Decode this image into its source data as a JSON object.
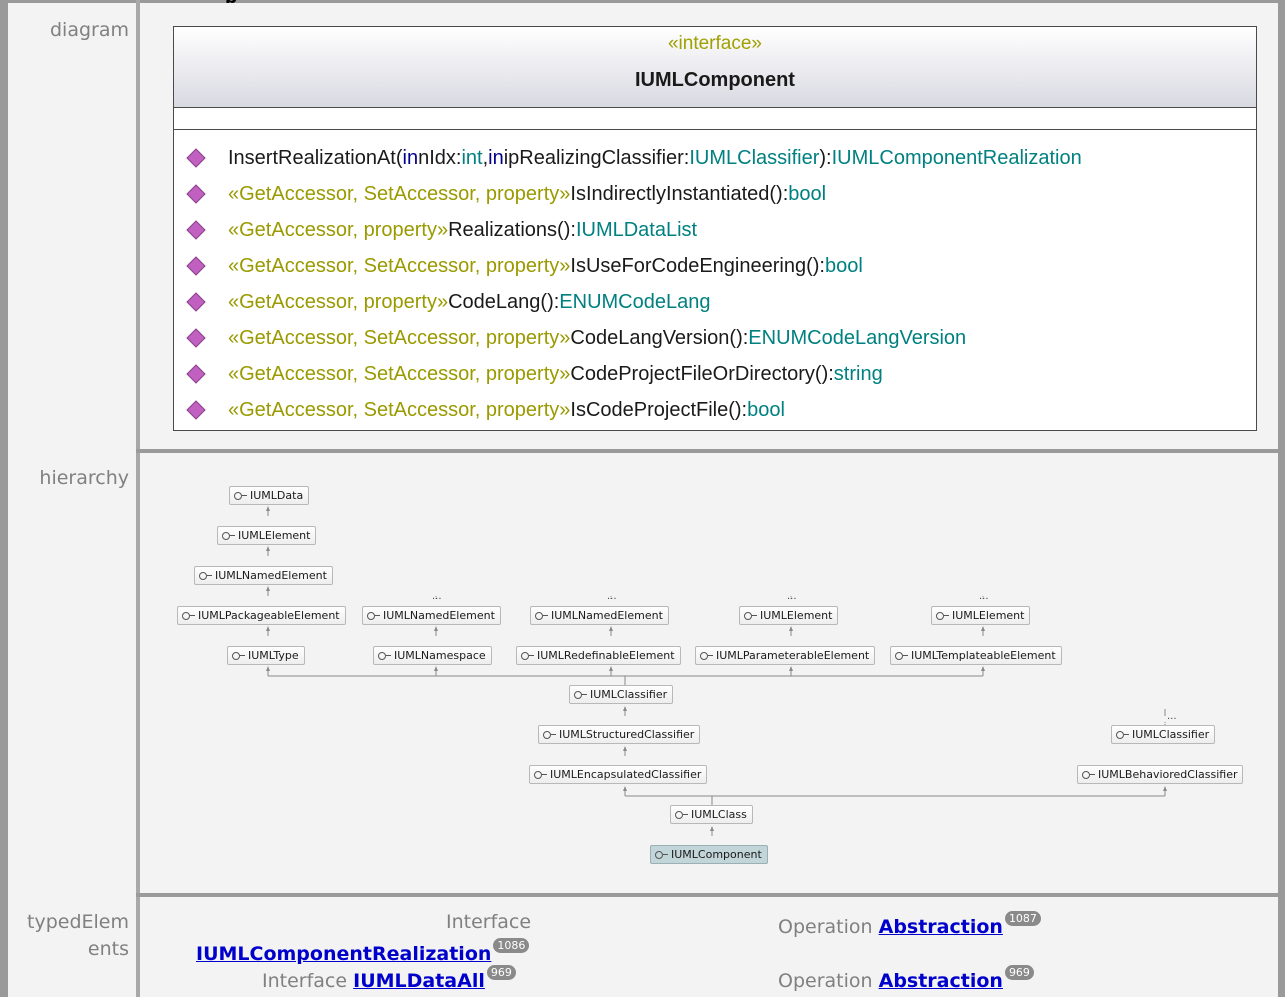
{
  "page": {
    "title_fragment": "p"
  },
  "rows": {
    "diagram": "diagram",
    "hierarchy": "hierarchy",
    "typed_line1": "typedElem",
    "typed_line2": "ents"
  },
  "interface_box": {
    "stereotype": "«interface»",
    "name": "IUMLComponent",
    "operations": [
      {
        "parts": [
          [
            "nm",
            "InsertRealizationAt("
          ],
          [
            "k",
            "in"
          ],
          [
            "nm",
            " nIdx:"
          ],
          [
            "ty",
            "int"
          ],
          [
            "nm",
            ", "
          ],
          [
            "k",
            "in"
          ],
          [
            "nm",
            " ipRealizingClassifier:"
          ],
          [
            "ty",
            "IUMLClassifier"
          ],
          [
            "nm",
            "):"
          ],
          [
            "ty",
            "IUMLComponentRealization"
          ]
        ]
      },
      {
        "parts": [
          [
            "st",
            "«GetAccessor, SetAccessor, property»"
          ],
          [
            "nm",
            " IsIndirectlyInstantiated():"
          ],
          [
            "ty",
            "bool"
          ]
        ]
      },
      {
        "parts": [
          [
            "st",
            "«GetAccessor, property»"
          ],
          [
            "nm",
            " Realizations():"
          ],
          [
            "ty",
            "IUMLDataList"
          ]
        ]
      },
      {
        "parts": [
          [
            "st",
            "«GetAccessor, SetAccessor, property»"
          ],
          [
            "nm",
            " IsUseForCodeEngineering():"
          ],
          [
            "ty",
            "bool"
          ]
        ]
      },
      {
        "parts": [
          [
            "st",
            "«GetAccessor, property»"
          ],
          [
            "nm",
            " CodeLang():"
          ],
          [
            "ty",
            "ENUMCodeLang"
          ]
        ]
      },
      {
        "parts": [
          [
            "st",
            "«GetAccessor, SetAccessor, property»"
          ],
          [
            "nm",
            " CodeLangVersion():"
          ],
          [
            "ty",
            "ENUMCodeLangVersion"
          ]
        ]
      },
      {
        "parts": [
          [
            "st",
            "«GetAccessor, SetAccessor, property»"
          ],
          [
            "nm",
            " CodeProjectFileOrDirectory():"
          ],
          [
            "ty",
            "string"
          ]
        ]
      },
      {
        "parts": [
          [
            "st",
            "«GetAccessor, SetAccessor, property»"
          ],
          [
            "nm",
            " IsCodeProjectFile():"
          ],
          [
            "ty",
            "bool"
          ]
        ]
      }
    ],
    "colors": {
      "keyword": "#00008b",
      "type": "#008080",
      "stereotype": "#9a9a00",
      "icon": "#c060c0"
    }
  },
  "hierarchy": {
    "nodes": {
      "iumldata": "IUMLData",
      "iumlelement_a": "IUMLElement",
      "iumlnamedelement_a": "IUMLNamedElement",
      "iumlpackageableelement": "IUMLPackageableElement",
      "iumlnamedelement_b": "IUMLNamedElement",
      "iumlnamedelement_c": "IUMLNamedElement",
      "iumlelement_b": "IUMLElement",
      "iumlelement_c": "IUMLElement",
      "iumltype": "IUMLType",
      "iumlnamespace": "IUMLNamespace",
      "iumlredefinableelement": "IUMLRedefinableElement",
      "iumlparameterableelement": "IUMLParameterableElement",
      "iumltemplateableelement": "IUMLTemplateableElement",
      "iumlclassifier_a": "IUMLClassifier",
      "iumlstructuredclassifier": "IUMLStructuredClassifier",
      "iumlclassifier_b": "IUMLClassifier",
      "iumlencapsulatedclassifier": "IUMLEncapsulatedClassifier",
      "iumlbehavioredclassifier": "IUMLBehavioredClassifier",
      "iumlclass": "IUMLClass",
      "iumlcomponent": "IUMLComponent"
    },
    "ellipsis": "..."
  },
  "typed_elements": {
    "row1_left_kind": "Interface",
    "row1_left_link": "IUMLComponentRealization",
    "row1_left_count": "1086",
    "row1_right_kind": "Operation",
    "row1_right_link": "Abstraction",
    "row1_right_count": "1087",
    "row2_left_kind": "Interface",
    "row2_left_link": "IUMLDataAll",
    "row2_left_count": "969",
    "row2_right_kind": "Operation",
    "row2_right_link": "Abstraction",
    "row2_right_count": "969"
  }
}
